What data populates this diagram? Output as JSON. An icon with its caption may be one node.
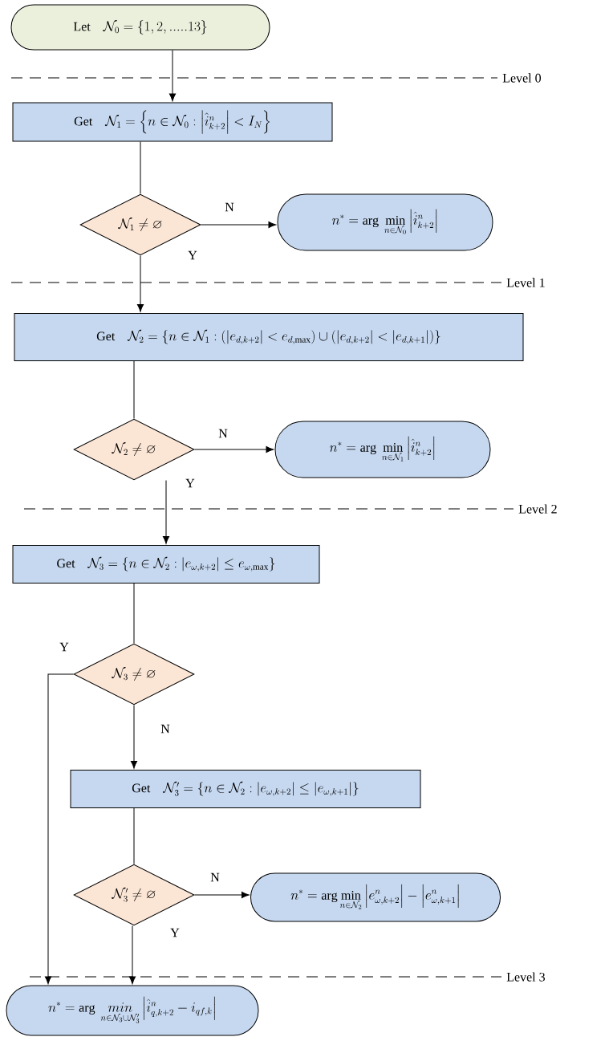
{
  "diagram": {
    "nodes": [
      {
        "text": [
          "Let",
          "\\mathcal{N}_0 = \\{1, 2, .....13\\}"
        ]
      },
      {
        "text": [
          "Get",
          "\\mathcal{N}_1 = \\left\\{ n \\in \\mathcal{N}_0 : \\left| \\hat{i}^{n}_{k+2} \\right| < I_N \\right\\}"
        ]
      },
      {
        "text": [
          "\\mathcal{N}_1 \\neq \\varnothing"
        ]
      },
      {
        "text": [
          "n^* = \\arg\\ \\min_{n \\in \\mathcal{N}_0} \\left| \\hat{i}^{n}_{k+2} \\right|"
        ]
      },
      {
        "text": [
          "Get",
          "\\mathcal{N}_2 = \\{ n \\in \\mathcal{N}_1 : (|e_{d,k+2}| < e_{d,\\max}) \\cup (|e_{d,k+2}| < |e_{d,k+1}|) \\}"
        ]
      },
      {
        "text": [
          "\\mathcal{N}_2 \\neq \\varnothing"
        ]
      },
      {
        "text": [
          "n^* = \\arg\\ \\min_{n \\in \\mathcal{N}_1} \\left| \\hat{i}^{n}_{k+2} \\right|"
        ]
      },
      {
        "text": [
          "Get",
          "\\mathcal{N}_3 = \\{ n \\in \\mathcal{N}_2 : |e_{\\omega,k+2}| \\leq e_{\\omega,\\max} \\}"
        ]
      },
      {
        "text": [
          "\\mathcal{N}_3 \\neq \\varnothing"
        ]
      },
      {
        "text": [
          "Get",
          "\\mathcal{N}'_3 = \\{ n \\in \\mathcal{N}_2 : |e_{\\omega,k+2}| \\leq |e_{\\omega,k+1}| \\}"
        ]
      },
      {
        "text": [
          "\\mathcal{N}'_3 \\neq \\varnothing"
        ]
      },
      {
        "text": [
          "n^* = \\arg\\min_{n \\in \\mathcal{N}_2} \\left| e^{n}_{\\omega,k+2} \\right| - \\left| e^{n}_{\\omega,k+1} \\right|"
        ]
      },
      {
        "text": [
          "n^* = \\arg\\ \\mathop{min}_{n \\in \\mathcal{N}_3 \\cup \\mathcal{N}'_3} \\left| \\hat{i}^{n}_{q,k+2} - i_{qf,k} \\right|"
        ]
      }
    ],
    "edges": [
      {
        "from": 0,
        "to": 1,
        "arrow": "to"
      },
      {
        "from": 1,
        "to": 2,
        "arrow": "none"
      },
      {
        "from": 2,
        "to": 3,
        "arrow": "to",
        "label": "N"
      },
      {
        "from": 2,
        "to": 4,
        "arrow": "to",
        "label": "Y"
      },
      {
        "from": 4,
        "to": 5,
        "arrow": "none"
      },
      {
        "from": 5,
        "to": 6,
        "arrow": "to",
        "label": "N"
      },
      {
        "from": 5,
        "to": 7,
        "arrow": "to",
        "label": "Y"
      },
      {
        "from": 7,
        "to": 8,
        "arrow": "none"
      },
      {
        "from": 8,
        "to": 12,
        "arrow": "to",
        "label": "Y"
      },
      {
        "from": 8,
        "to": 9,
        "arrow": "to",
        "label": "N"
      },
      {
        "from": 9,
        "to": 10,
        "arrow": "none"
      },
      {
        "from": 10,
        "to": 11,
        "arrow": "to",
        "label": "N"
      },
      {
        "from": 10,
        "to": 12,
        "arrow": "to",
        "label": "Y"
      }
    ],
    "labels": [
      "Level 0",
      "Level 1",
      "Level 2",
      "Level 3"
    ]
  }
}
